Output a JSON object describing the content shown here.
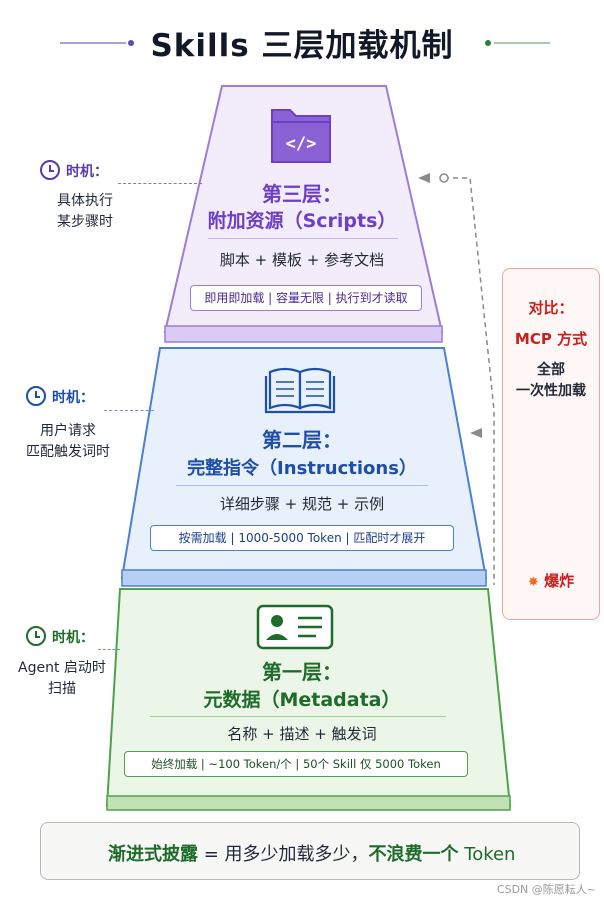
{
  "title": "Skills 三层加载机制",
  "layers": [
    {
      "title": "第三层：",
      "subtitle": "附加资源（Scripts）",
      "desc": "脚本 + 模板 + 参考文档",
      "pill": "即用即加载 | 容量无限 | 执行到才读取",
      "icon": "folder-code-icon",
      "timing_head": "时机：",
      "timing_desc": "具体执行\n某步骤时",
      "color": "#6d3fc4"
    },
    {
      "title": "第二层：",
      "subtitle": "完整指令（Instructions）",
      "desc": "详细步骤 + 规范 + 示例",
      "pill": "按需加载 | 1000-5000 Token | 匹配时才展开",
      "icon": "open-book-icon",
      "timing_head": "时机：",
      "timing_desc": "用户请求\n匹配触发词时",
      "color": "#1d4ea8"
    },
    {
      "title": "第一层：",
      "subtitle": "元数据（Metadata）",
      "desc": "名称 + 描述 + 触发词",
      "pill": "始终加载 | ~100 Token/个 | 50个 Skill 仅 5000 Token",
      "icon": "id-card-icon",
      "timing_head": "时机：",
      "timing_desc": "Agent 启动时\n扫描",
      "color": "#1e6b2a"
    }
  ],
  "mcp": {
    "label1": "对比：",
    "label2": "MCP 方式",
    "label3": "全部\n一次性加载",
    "explode": "爆炸",
    "color": "#c8201c"
  },
  "banner": {
    "part1": "渐进式披露",
    "part2": " = 用多少加载多少，",
    "part3": "不浪费一个",
    "part4": " Token"
  },
  "footer": "CSDN @陈愿耘人~"
}
